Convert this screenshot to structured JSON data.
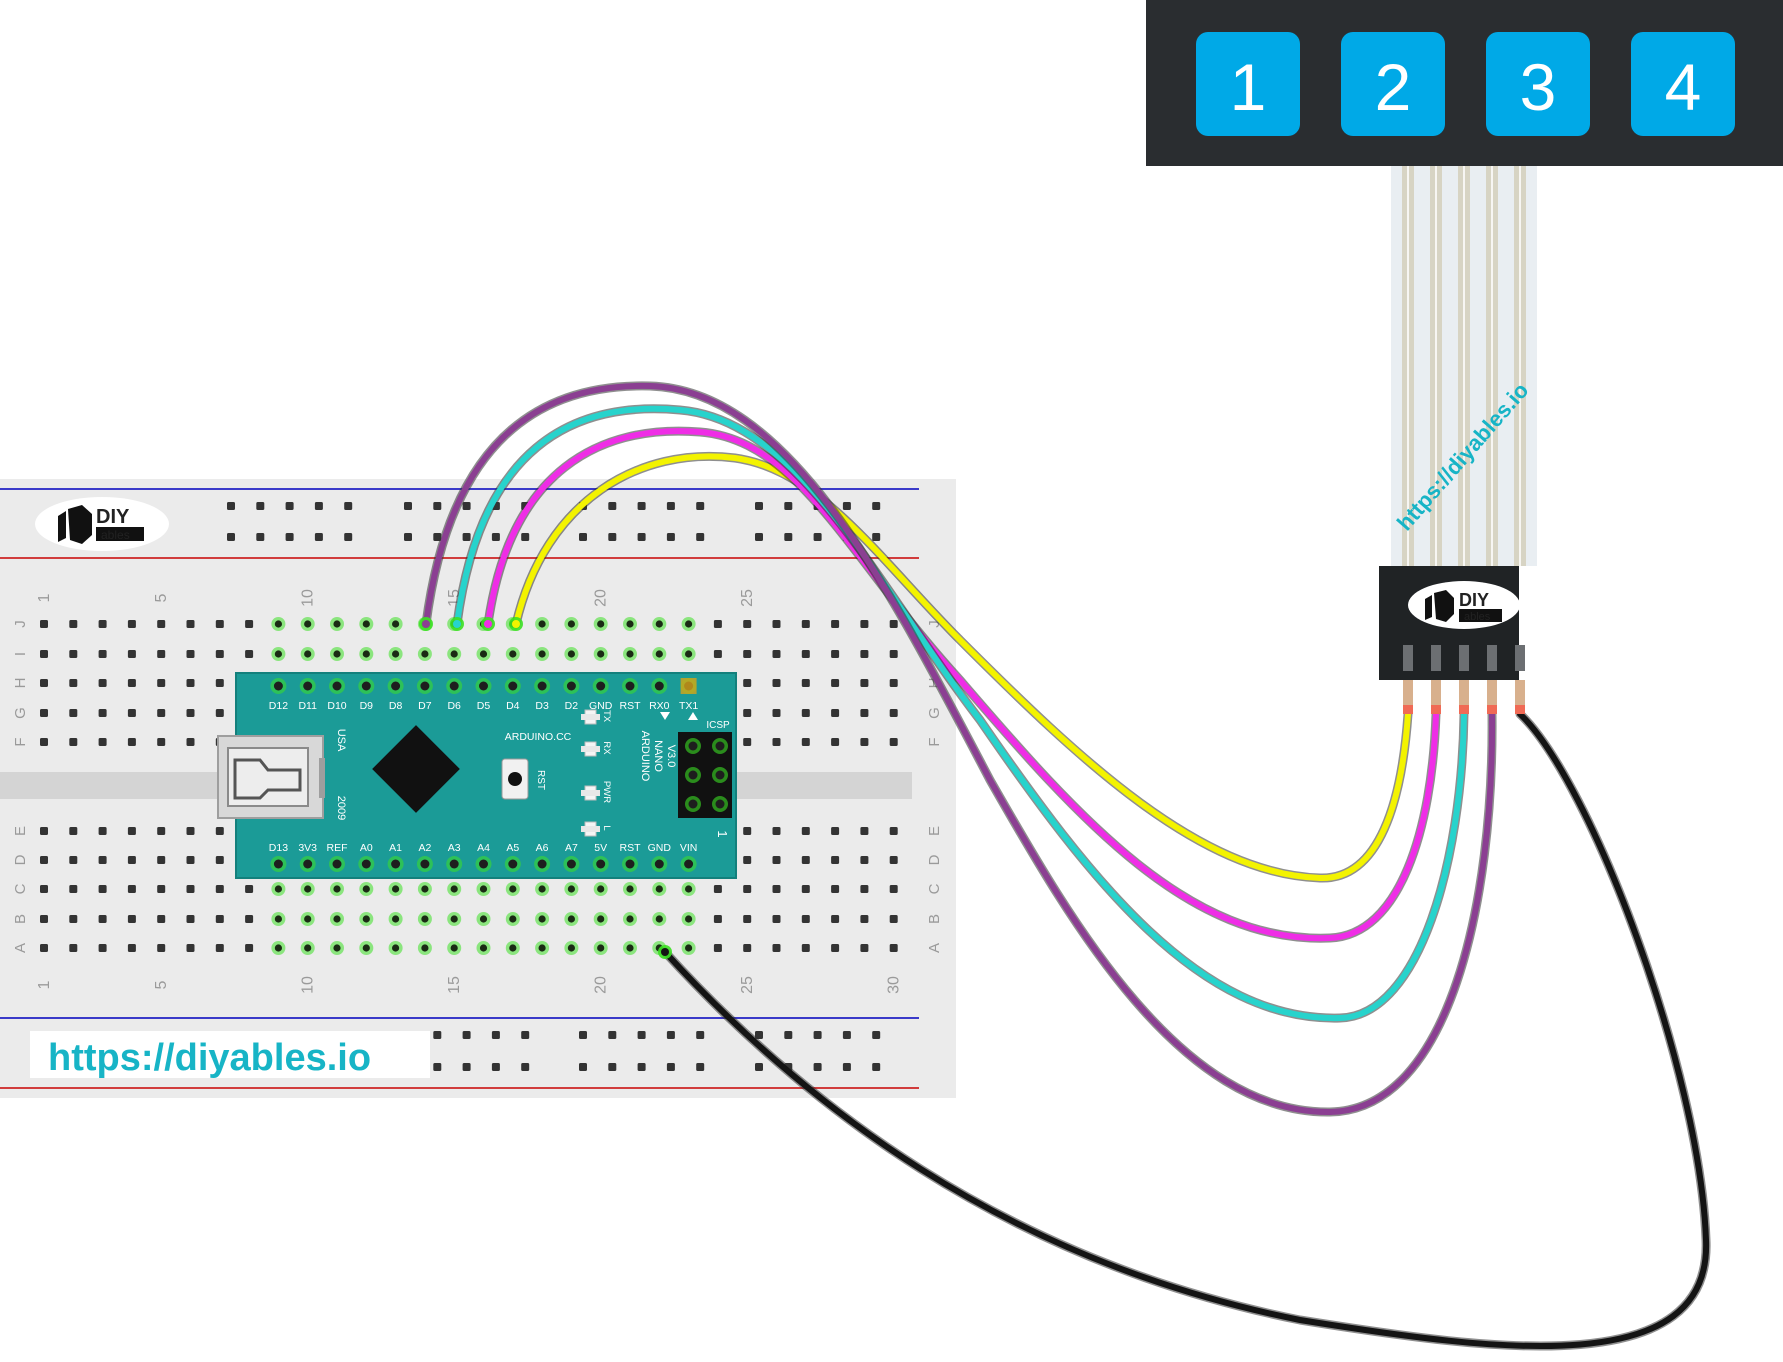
{
  "colors": {
    "keypad_body": "#2a2d30",
    "key": "#00a9e7",
    "arduino_board": "#1b9b97",
    "wire_d7": "#8b3f92",
    "wire_d6": "#27d3cc",
    "wire_d5": "#ef2de6",
    "wire_d4": "#f3f300",
    "wire_gnd": "#141414",
    "watermark": "#17b4c6"
  },
  "keypad": {
    "keys": [
      "1",
      "2",
      "3",
      "4"
    ]
  },
  "breadboard": {
    "logo_top": "DIY",
    "logo_bottom": "ables",
    "col_numbers_top": [
      "1",
      "5",
      "10",
      "15",
      "20",
      "25"
    ],
    "col_numbers_bottom": [
      "1",
      "5",
      "10",
      "15",
      "20",
      "25",
      "30"
    ],
    "row_letters_top": [
      "J",
      "I",
      "H",
      "G",
      "F"
    ],
    "row_letters_bottom": [
      "E",
      "D",
      "C",
      "B",
      "A"
    ],
    "watermark": "https://diyables.io"
  },
  "arduino": {
    "top_pins": [
      "D12",
      "D11",
      "D10",
      "D9",
      "D8",
      "D7",
      "D6",
      "D5",
      "D4",
      "D3",
      "D2",
      "GND",
      "RST",
      "RX0",
      "TX1"
    ],
    "bottom_pins": [
      "D13",
      "3V3",
      "REF",
      "A0",
      "A1",
      "A2",
      "A3",
      "A4",
      "A5",
      "A6",
      "A7",
      "5V",
      "RST",
      "GND",
      "VIN"
    ],
    "brand": "ARDUINO.CC",
    "model": [
      "ARDUINO",
      "NANO",
      "V3.0"
    ],
    "usa": "USA",
    "year": "2009",
    "rst_label": "RST",
    "led_labels": [
      "TX",
      "RX",
      "PWR",
      "L"
    ],
    "icsp": "ICSP",
    "icsp_pin1": "1"
  },
  "connector": {
    "logo_top": "DIY",
    "logo_bottom": "ables"
  },
  "ribbon": {
    "watermark": "https://diyables.io"
  }
}
